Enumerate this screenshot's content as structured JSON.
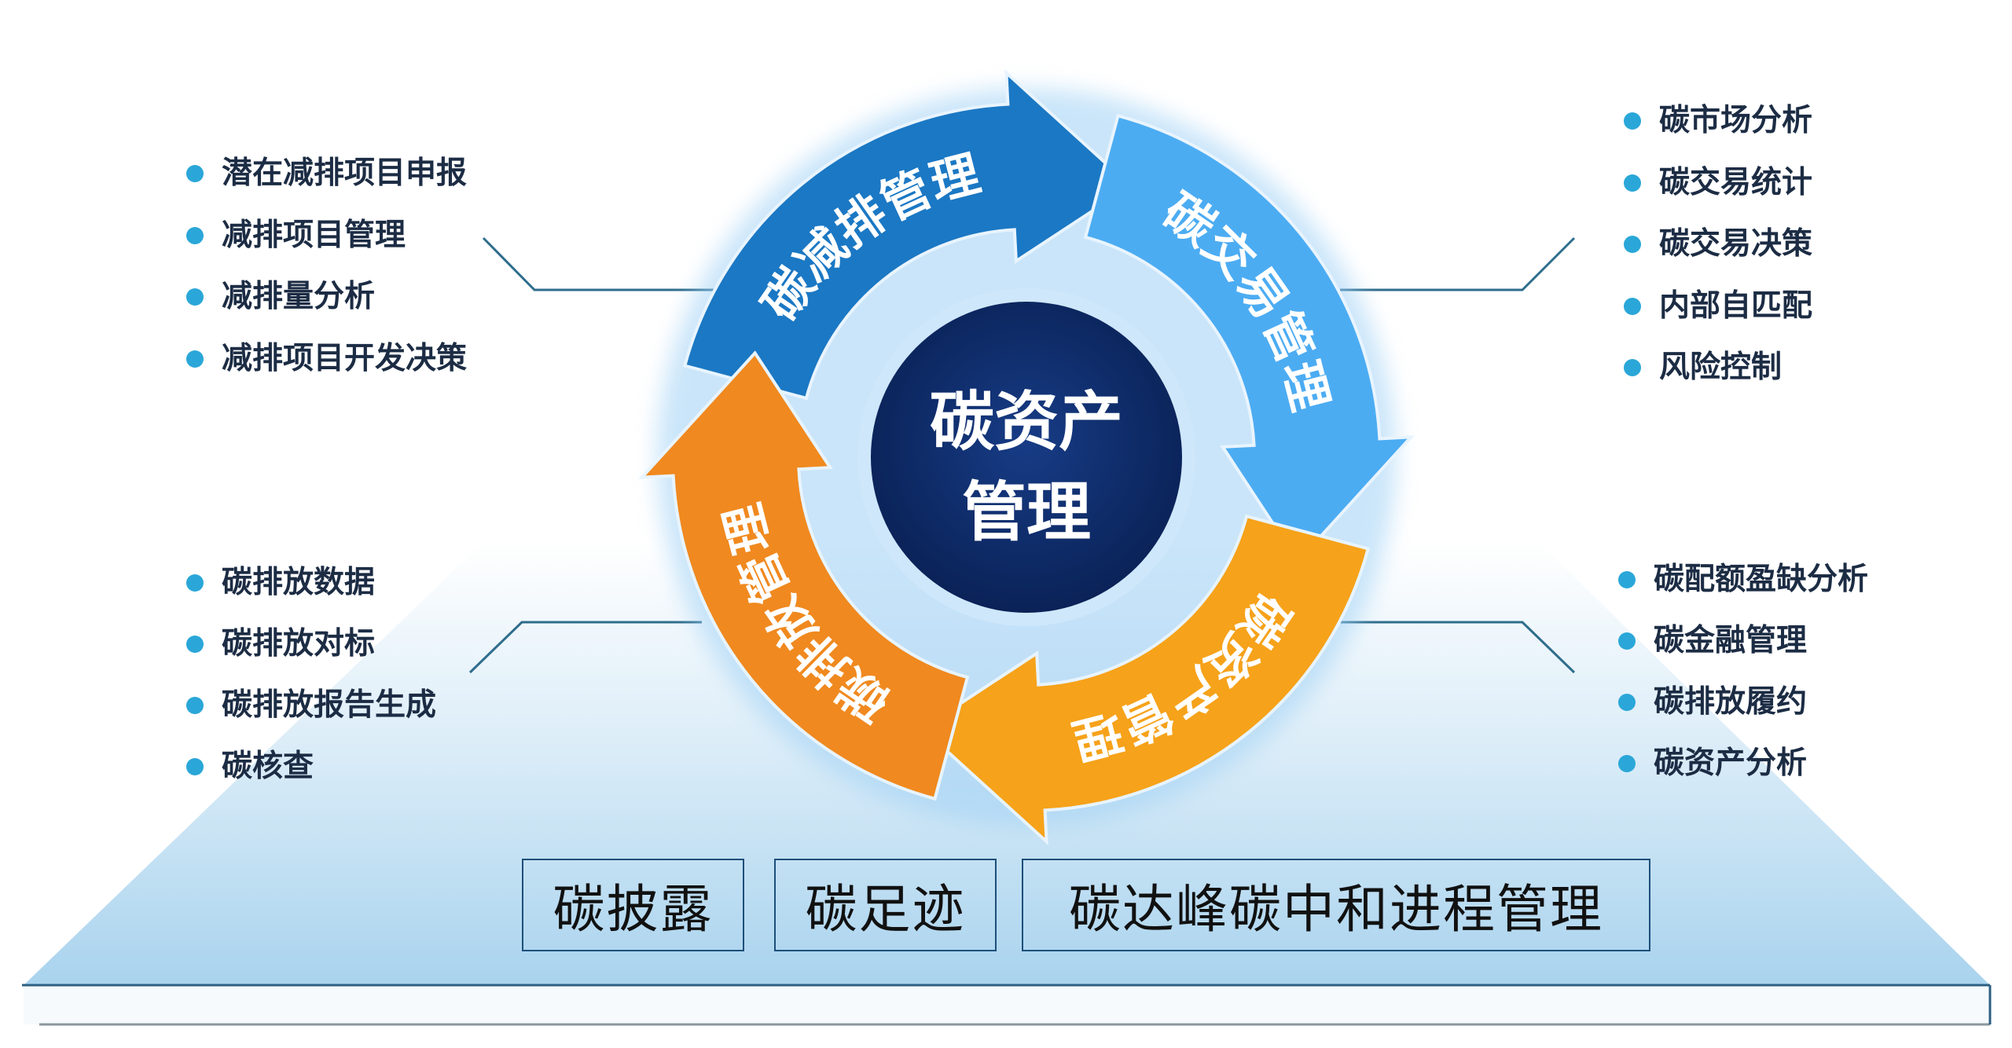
{
  "center": {
    "line1": "碳资产",
    "line2": "管理"
  },
  "cycle": [
    {
      "label": "碳减排管理",
      "color": "#1b78c4"
    },
    {
      "label": "碳交易管理",
      "color": "#4cacf2"
    },
    {
      "label": "碳资产管理",
      "color": "#f6a21a"
    },
    {
      "label": "碳排放管理",
      "color": "#f0891f"
    }
  ],
  "lists": {
    "top_left": [
      "潜在减排项目申报",
      "减排项目管理",
      "减排量分析",
      "减排项目开发决策"
    ],
    "top_right": [
      "碳市场分析",
      "碳交易统计",
      "碳交易决策",
      "内部自匹配",
      "风险控制"
    ],
    "bottom_left": [
      "碳排放数据",
      "碳排放对标",
      "碳排放报告生成",
      "碳核查"
    ],
    "bottom_right": [
      "碳配额盈缺分析",
      "碳金融管理",
      "碳排放履约",
      "碳资产分析"
    ]
  },
  "platform": {
    "boxes": [
      "碳披露",
      "碳足迹",
      "碳达峰碳中和进程管理"
    ]
  },
  "colors": {
    "center": "#0e2a66",
    "bullet": "#2aa7d8",
    "platform": "#b9dcf0"
  }
}
